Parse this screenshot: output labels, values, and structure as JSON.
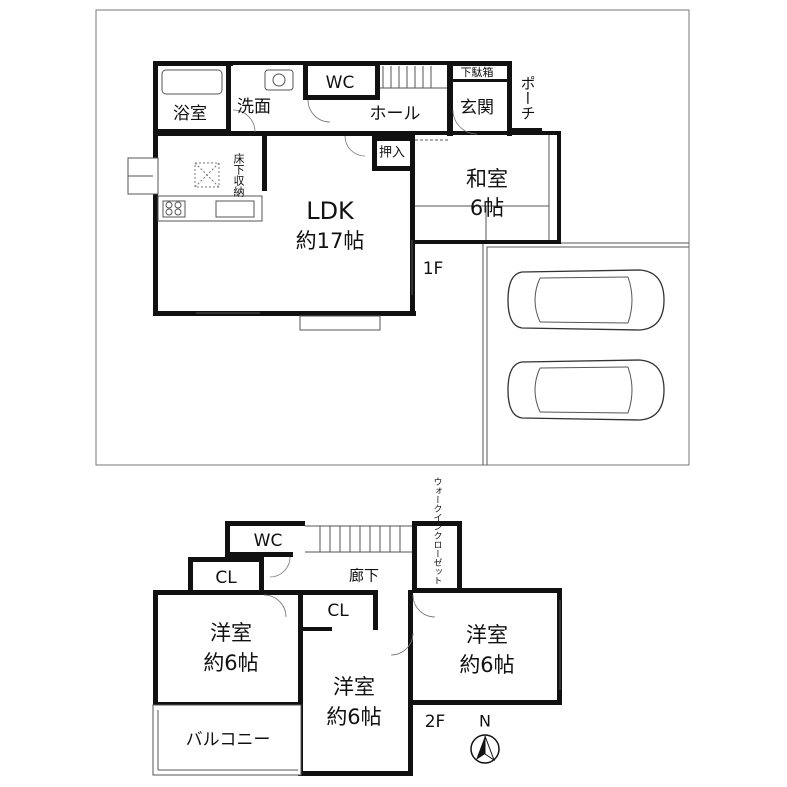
{
  "floor1": {
    "label": "1F",
    "rooms": {
      "bath": "浴室",
      "washroom": "洗面",
      "wc": "WC",
      "hall": "ホール",
      "shoe_box": "下駄箱",
      "entrance": "玄関",
      "porch": "ポーチ",
      "closet": "押入",
      "underfloor_storage": "床下収納",
      "japanese_room_name": "和室",
      "japanese_room_size": "6帖",
      "ldk_name": "LDK",
      "ldk_size": "約17帖"
    }
  },
  "floor2": {
    "label": "2F",
    "rooms": {
      "wc": "WC",
      "cl_1": "CL",
      "cl_2": "CL",
      "corridor": "廊下",
      "walk_in_closet": "ウォークインクローゼット",
      "western_room_left_name": "洋室",
      "western_room_left_size": "約6帖",
      "western_room_center_name": "洋室",
      "western_room_center_size": "約6帖",
      "western_room_right_name": "洋室",
      "western_room_right_size": "約6帖",
      "balcony": "バルコニー"
    }
  },
  "compass": {
    "north_label": "N"
  }
}
